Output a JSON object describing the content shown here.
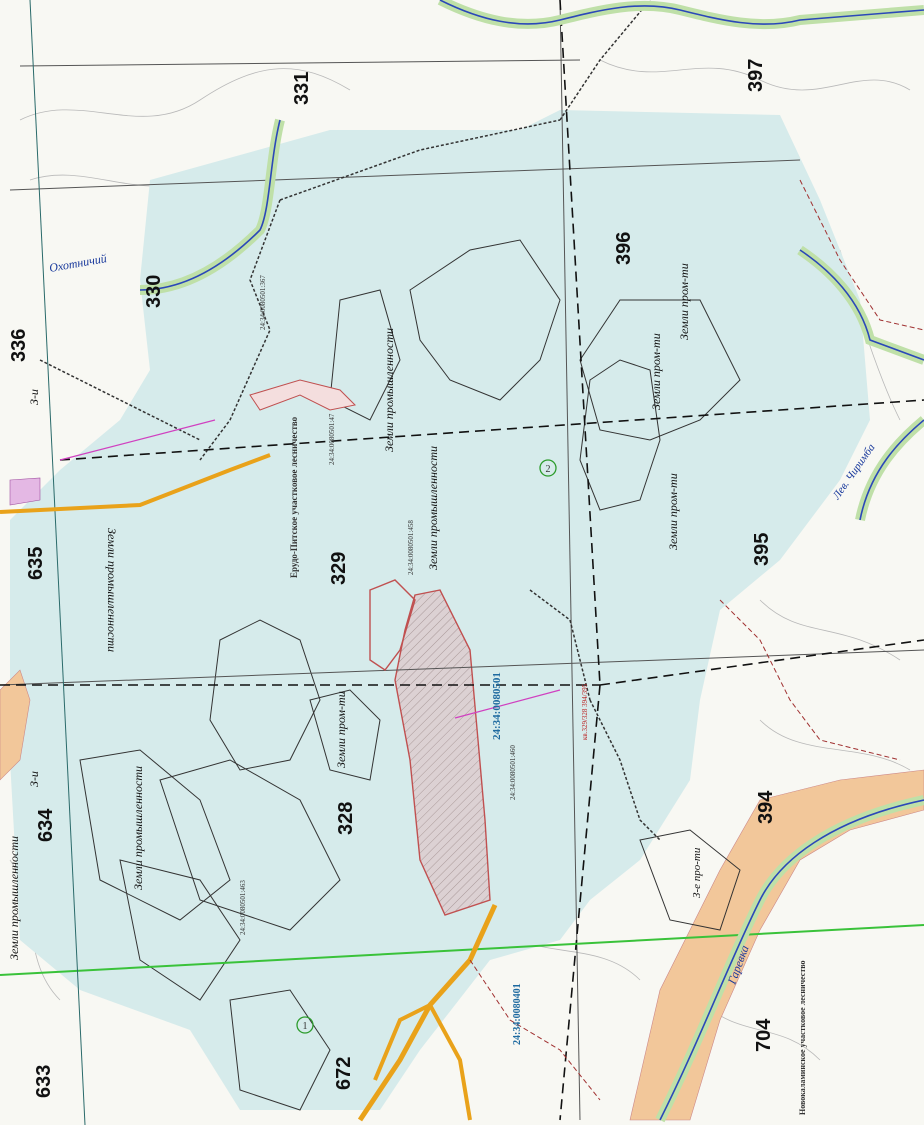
{
  "map": {
    "quarters": [
      "331",
      "397",
      "330",
      "396",
      "336",
      "329",
      "395",
      "635",
      "328",
      "634",
      "394",
      "672",
      "633",
      "704"
    ],
    "zone_labels": {
      "zemli_prom_1": "Земли промышленности",
      "zemli_prom_2": "Земли промышленности",
      "zemli_prom_3": "Земли промышленности",
      "zemli_prom_4": "Земли промышленности",
      "zemli_prom_5": "Земли промышленности",
      "zemli_promti_1": "Земли пром-ти",
      "zemli_promti_2": "Земли пром-ти",
      "zemli_promti_3": "Земли пром-ти",
      "zemli_promti_4": "Земли пром-ти",
      "z_i_1": "З-и",
      "z_i_2": "З-и",
      "z_e_promti": "З-е про-ти"
    },
    "rivers": {
      "okhotnichiy": "Охотничий",
      "lev_chirimba": "Лев. Чиримба",
      "garevka": "Гаревка"
    },
    "forestry": {
      "erudo": "Ерудо-Питское участковое лесничество",
      "novokalami": "Новокаламинское участковое лесничество"
    },
    "cadastre": {
      "block_501": "24:34:0080501",
      "block_401": "24:34:0080401"
    },
    "parcels": [
      "24:34:0080501:47",
      "24:34:0080501:458",
      "24:34:0080501:367",
      "24:34:0080501:460",
      "24:34:0080501:463"
    ],
    "circles": [
      "1",
      "2"
    ],
    "red_note": "кв.329/328 394/395",
    "colors": {
      "fill": "#d8ecec",
      "hatched": "#d9cfd0",
      "orange": "#f2c79a",
      "road": "#e9a21a",
      "green_line": "#3ac23a"
    }
  }
}
